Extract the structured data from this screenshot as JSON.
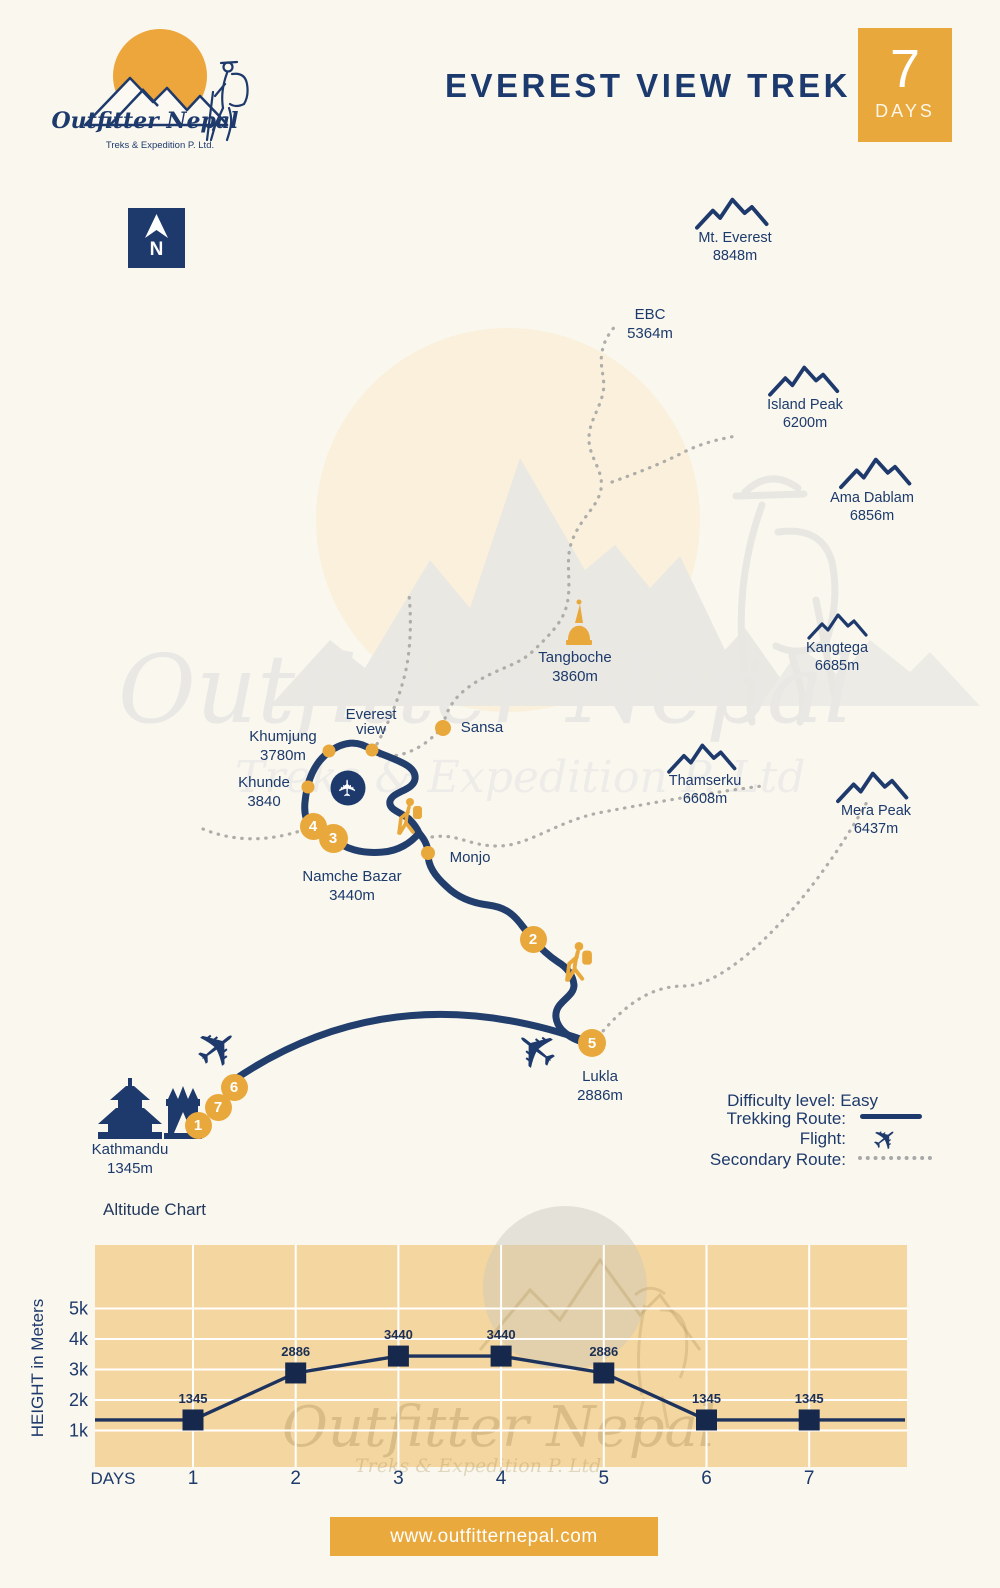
{
  "header": {
    "logo": {
      "brand": "Outfitter Nepal",
      "tagline": "Treks & Expedition P. Ltd."
    },
    "title": "EVEREST VIEW TREK",
    "days_badge": {
      "number": "7",
      "label": "DAYS"
    }
  },
  "compass": {
    "label": "N"
  },
  "map": {
    "peaks": [
      {
        "name": "Mt. Everest",
        "elevation": "8848m"
      },
      {
        "name": "Island Peak",
        "elevation": "6200m"
      },
      {
        "name": "Ama Dablam",
        "elevation": "6856m"
      },
      {
        "name": "Kangtega",
        "elevation": "6685m"
      },
      {
        "name": "Thamserku",
        "elevation": "6608m"
      },
      {
        "name": "Mera Peak",
        "elevation": "6437m"
      }
    ],
    "places": [
      {
        "name": "EBC",
        "sub": "5364m"
      },
      {
        "name": "Tangboche",
        "sub": "3860m"
      },
      {
        "name": "Sansa",
        "sub": ""
      },
      {
        "name": "Khumjung",
        "sub": "3780m"
      },
      {
        "name": "Everest",
        "sub": "view"
      },
      {
        "name": "Khunde",
        "sub": "3840"
      },
      {
        "name": "Namche Bazar",
        "sub": "3440m"
      },
      {
        "name": "Monjo",
        "sub": ""
      },
      {
        "name": "Lukla",
        "sub": "2886m"
      },
      {
        "name": "Kathmandu",
        "sub": "1345m"
      }
    ],
    "day_markers": [
      "1",
      "2",
      "3",
      "4",
      "5",
      "6",
      "7"
    ]
  },
  "legend": {
    "difficulty": "Difficulty level: Easy",
    "trekking_route": "Trekking Route:",
    "flight": "Flight:",
    "secondary_route": "Secondary Route:"
  },
  "watermark": {
    "brand": "Outfitter Nepal",
    "tagline": "Treks & Expedition P. Ltd"
  },
  "chart_data": {
    "type": "line",
    "title": "Altitude Chart",
    "xlabel": "DAYS",
    "ylabel": "HEIGHT in Meters",
    "categories": [
      "1",
      "2",
      "3",
      "4",
      "5",
      "6",
      "7"
    ],
    "values": [
      1345,
      2886,
      3440,
      3440,
      2886,
      1345,
      1345
    ],
    "point_labels": [
      "1345",
      "2886",
      "3440",
      "3440",
      "2886",
      "1345",
      "1345"
    ],
    "yticks": [
      "1k",
      "2k",
      "3k",
      "4k",
      "5k"
    ],
    "ylim": [
      0,
      7000
    ],
    "grid": true,
    "legend_position": "none"
  },
  "footer": {
    "url": "www.outfitternepal.com"
  },
  "colors": {
    "navy": "#1e3a6c",
    "gold": "#e9a83c",
    "cream_bg": "#f9f7ee",
    "chart_bg": "#f4d6a1",
    "dotted_gray": "#a8a8a8"
  }
}
